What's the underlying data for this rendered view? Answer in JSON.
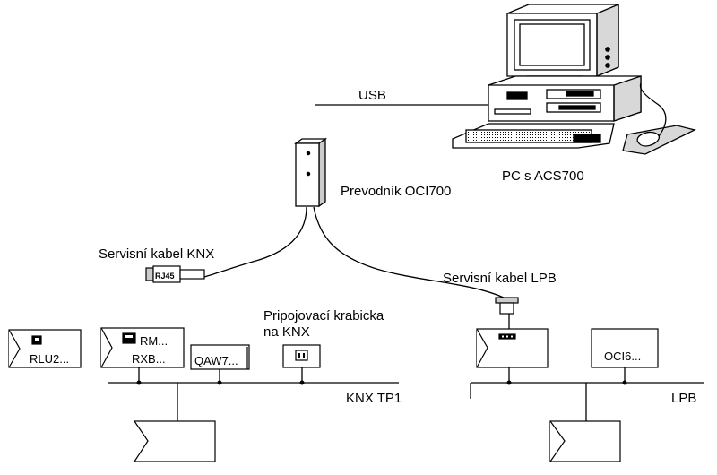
{
  "labels": {
    "usb": "USB",
    "pc": "PC s ACS700",
    "converter": "Prevodník OCI700",
    "cable_knx": "Servisní kabel KNX",
    "cable_lpb": "Servisní kabel LPB",
    "rj45": "RJ45",
    "box_line1": "Pripojovací krabicka",
    "box_line2": "na KNX",
    "bus_knx": "KNX TP1",
    "bus_lpb": "LPB"
  },
  "devices": {
    "rlu": "RLU2...",
    "rm": "RM...",
    "rxb": "RXB...",
    "qaw": "QAW7...",
    "oci6": "OCI6..."
  },
  "colors": {
    "line": "#000000",
    "background": "#ffffff"
  }
}
